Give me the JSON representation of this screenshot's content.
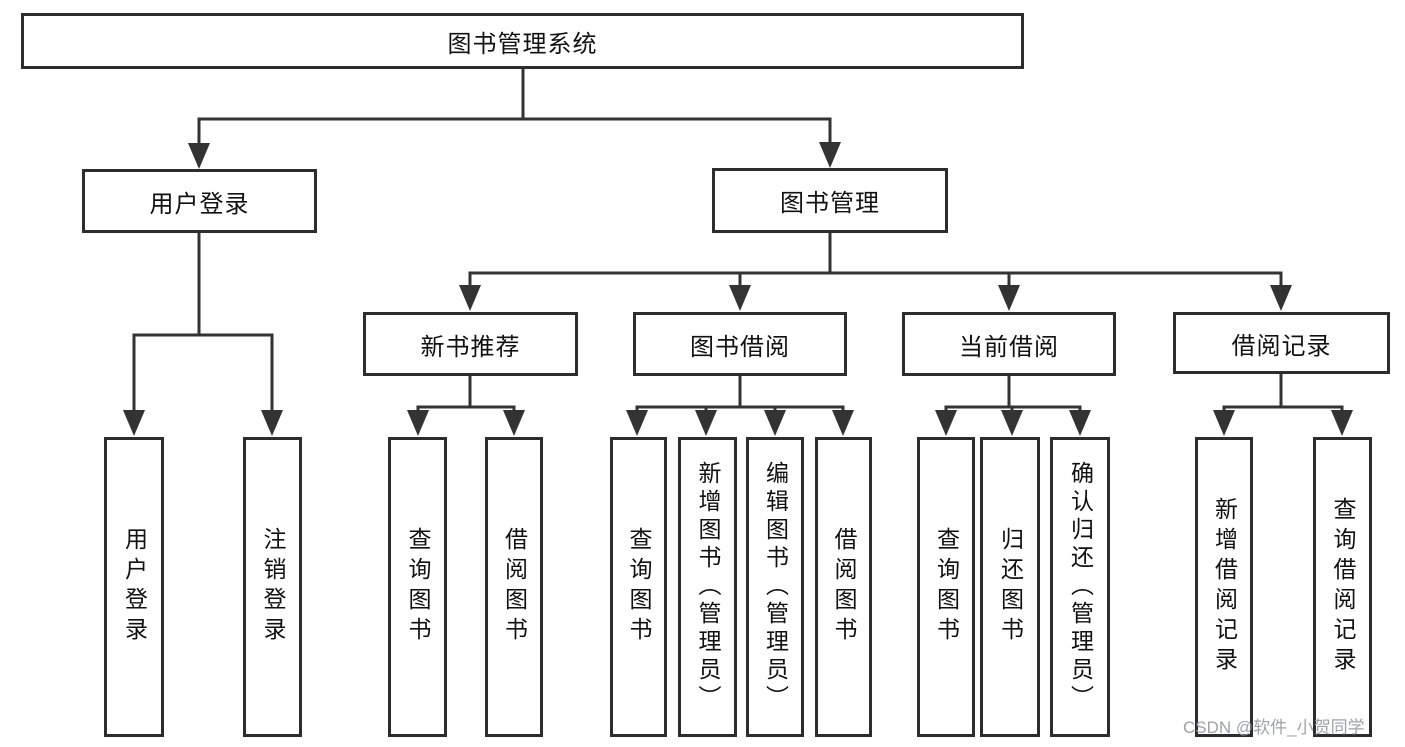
{
  "diagram": {
    "title": "图书管理系统",
    "colors": {
      "line": "#333333",
      "box_border": "#2d2d2d",
      "text": "#111111",
      "background": "#ffffff",
      "watermark_gray": "#96989c"
    },
    "tree": {
      "label": "图书管理系统",
      "children": [
        {
          "label": "用户登录",
          "children": [
            {
              "label": "用户登录"
            },
            {
              "label": "注销登录"
            }
          ]
        },
        {
          "label": "图书管理",
          "children": [
            {
              "label": "新书推荐",
              "children": [
                {
                  "label": "查询图书"
                },
                {
                  "label": "借阅图书"
                }
              ]
            },
            {
              "label": "图书借阅",
              "children": [
                {
                  "label": "查询图书"
                },
                {
                  "label": "新增图书（管理员）"
                },
                {
                  "label": "编辑图书（管理员）"
                },
                {
                  "label": "借阅图书"
                }
              ]
            },
            {
              "label": "当前借阅",
              "children": [
                {
                  "label": "查询图书"
                },
                {
                  "label": "归还图书"
                },
                {
                  "label": "确认归还（管理员）"
                }
              ]
            },
            {
              "label": "借阅记录",
              "children": [
                {
                  "label": "新增借阅记录"
                },
                {
                  "label": "查询借阅记录"
                }
              ]
            }
          ]
        }
      ]
    },
    "watermark": {
      "text": "CSDN @软件_小贺同学"
    }
  }
}
